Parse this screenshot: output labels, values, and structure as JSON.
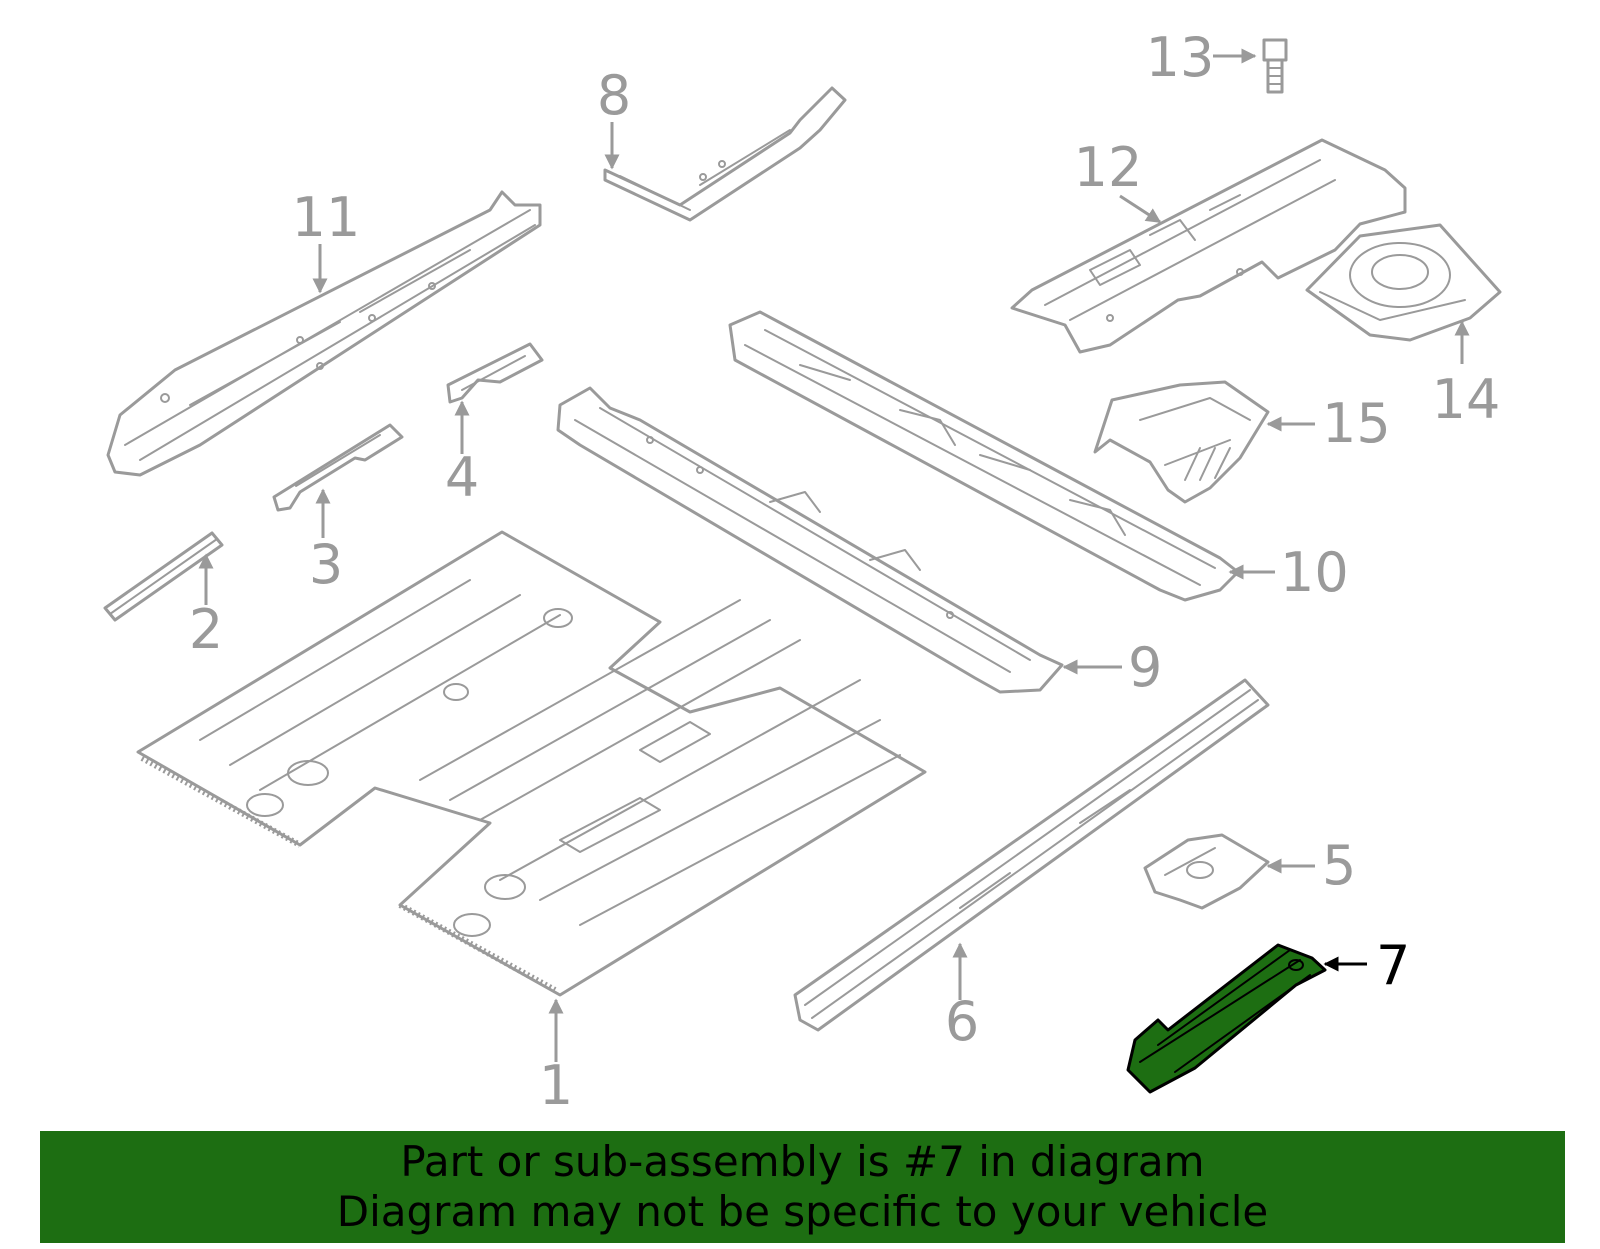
{
  "diagram": {
    "highlight_color": "#1d6e12",
    "line_color": "#9a9a9a",
    "callouts": {
      "c1": "1",
      "c2": "2",
      "c3": "3",
      "c4": "4",
      "c5": "5",
      "c6": "6",
      "c7": "7",
      "c8": "8",
      "c9": "9",
      "c10": "10",
      "c11": "11",
      "c12": "12",
      "c13": "13",
      "c14": "14",
      "c15": "15"
    },
    "highlighted_callout": "7"
  },
  "banner": {
    "line1": "Part or sub-assembly is #7 in diagram",
    "line2": "Diagram may not be specific to your vehicle",
    "background": "#1d6e12"
  }
}
